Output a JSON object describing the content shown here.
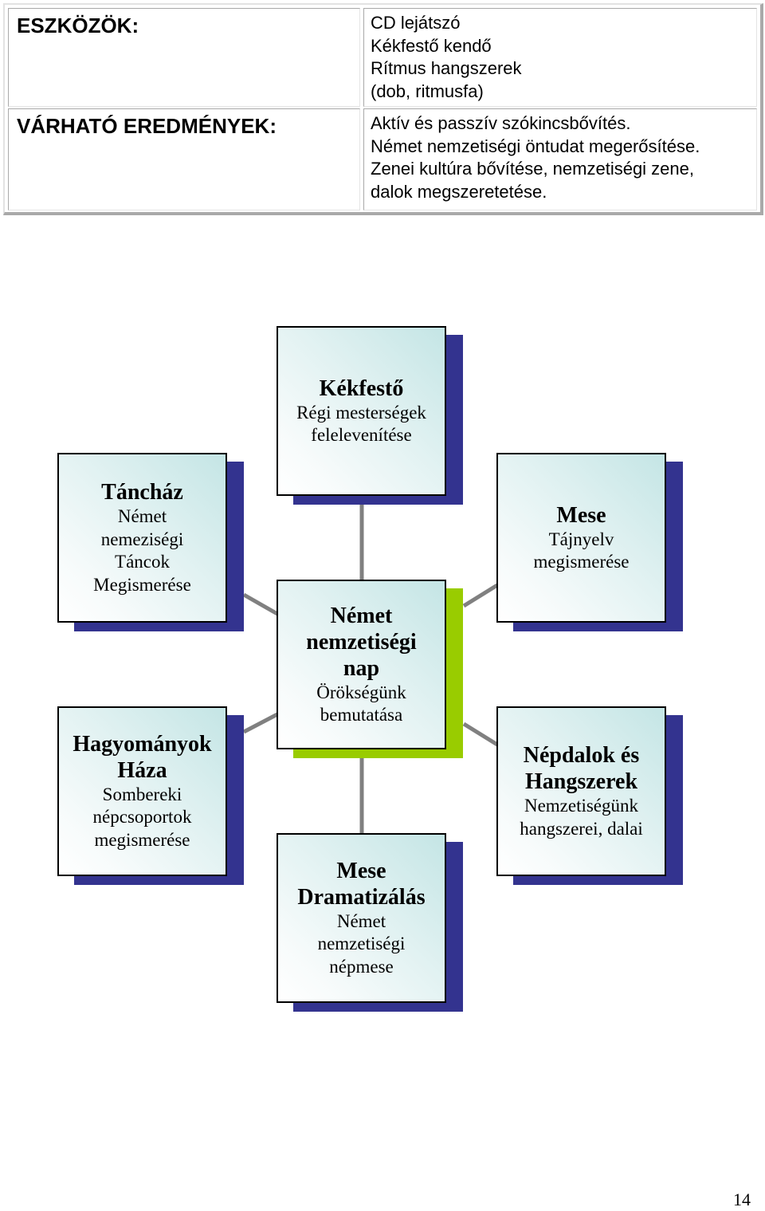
{
  "table": {
    "rows": [
      {
        "label": "ESZKÖZÖK:",
        "lines": [
          "CD lejátszó",
          "Kékfestő kendő",
          "Rítmus hangszerek",
          "(dob, ritmusfa)"
        ]
      },
      {
        "label": "VÁRHATÓ EREDMÉNYEK:",
        "lines": [
          "Aktív és passzív szókincsbővítés.",
          "Német nemzetiségi öntudat megerősítése.",
          "Zenei kultúra bővítése, nemzetiségi zene,",
          "dalok megszeretetése."
        ]
      }
    ]
  },
  "diagram": {
    "center": {
      "title": [
        "Német",
        "nemzetiségi",
        "nap"
      ],
      "sub": [
        "Örökségünk",
        "bemutatása"
      ]
    },
    "top": {
      "title": [
        "Kékfestő"
      ],
      "sub": [
        "Régi mesterségek",
        "felelevenítése"
      ]
    },
    "top_left": {
      "title": [
        "Táncház"
      ],
      "sub": [
        "Német",
        "nemeziségi",
        "Táncok",
        "Megismerése"
      ]
    },
    "top_right": {
      "title": [
        "Mese"
      ],
      "sub": [
        "Tájnyelv",
        "megismerése"
      ]
    },
    "bottom_left": {
      "title": [
        "Hagyományok",
        "Háza"
      ],
      "sub": [
        "Sombereki",
        "népcsoportok",
        "megismerése"
      ]
    },
    "bottom_right": {
      "title": [
        "Népdalok és",
        "Hangszerek"
      ],
      "sub": [
        "Nemzetiségünk",
        "hangszerei, dalai"
      ]
    },
    "bottom": {
      "title": [
        "Mese",
        "Dramatizálás"
      ],
      "sub": [
        "Német",
        "nemzetiségi",
        "népmese"
      ]
    },
    "colors": {
      "node_shadow": "#33338f",
      "center_shadow": "#99cc00",
      "connector": "#808080"
    }
  },
  "page_number": "14"
}
